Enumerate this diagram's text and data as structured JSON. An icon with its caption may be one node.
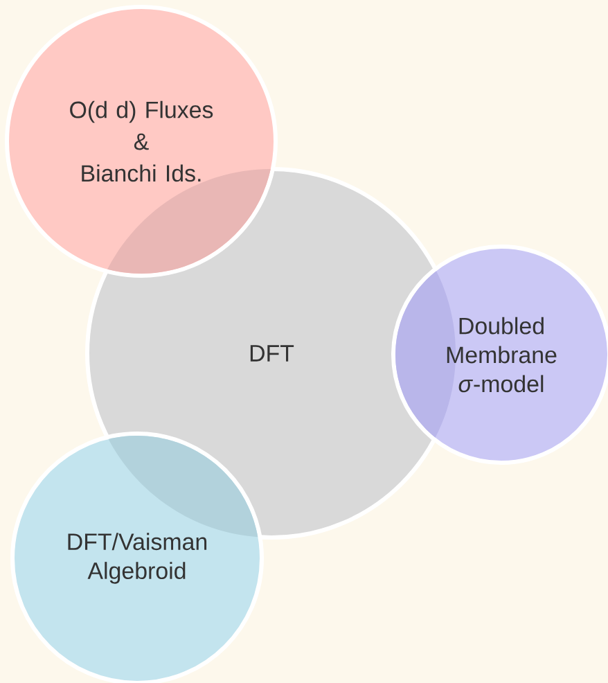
{
  "diagram": {
    "nodes": [
      {
        "text": [
          "DFT"
        ]
      },
      {
        "text": [
          "O(d d) Fluxes",
          "&",
          "Bianchi Ids."
        ]
      },
      {
        "text": [
          "Doubled Membrane *σ*-model"
        ]
      },
      {
        "text": [
          "DFT/Vaisman Algebroid"
        ]
      }
    ]
  }
}
